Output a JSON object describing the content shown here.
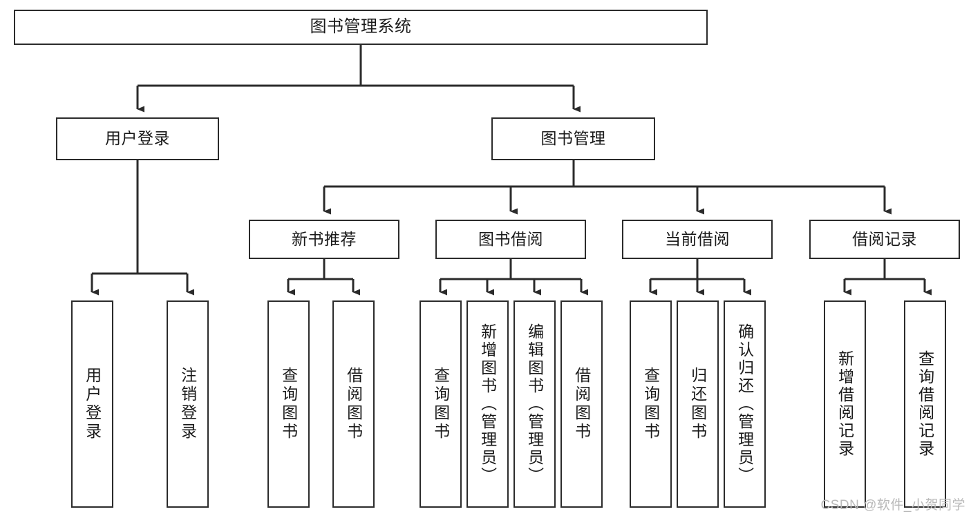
{
  "diagram": {
    "title": "图书管理系统",
    "type": "tree-hierarchy-chart",
    "orientation": "top-down"
  },
  "nodes": {
    "root": {
      "label": "图书管理系统"
    },
    "level2": [
      {
        "id": "user-login",
        "label": "用户登录"
      },
      {
        "id": "book-management",
        "label": "图书管理"
      }
    ],
    "level3": [
      {
        "id": "new-book-recommend",
        "label": "新书推荐"
      },
      {
        "id": "book-borrow",
        "label": "图书借阅"
      },
      {
        "id": "current-borrow",
        "label": "当前借阅"
      },
      {
        "id": "borrow-record",
        "label": "借阅记录"
      }
    ],
    "leaves": {
      "user_login": [
        {
          "id": "leaf-user-login",
          "label": "用户登录"
        },
        {
          "id": "leaf-logout",
          "label": "注销登录"
        }
      ],
      "new_book_recommend": [
        {
          "id": "leaf-query-book-1",
          "label": "查询图书"
        },
        {
          "id": "leaf-borrow-book-1",
          "label": "借阅图书"
        }
      ],
      "book_borrow": [
        {
          "id": "leaf-query-book-2",
          "label": "查询图书"
        },
        {
          "id": "leaf-add-book",
          "label": "新增图书（管理员）"
        },
        {
          "id": "leaf-edit-book",
          "label": "编辑图书（管理员）"
        },
        {
          "id": "leaf-borrow-book-2",
          "label": "借阅图书"
        }
      ],
      "current_borrow": [
        {
          "id": "leaf-query-book-3",
          "label": "查询图书"
        },
        {
          "id": "leaf-return-book",
          "label": "归还图书"
        },
        {
          "id": "leaf-confirm-return",
          "label": "确认归还（管理员）"
        }
      ],
      "borrow_record": [
        {
          "id": "leaf-add-record",
          "label": "新增借阅记录"
        },
        {
          "id": "leaf-query-record",
          "label": "查询借阅记录"
        }
      ]
    }
  },
  "watermark": {
    "text": "CSDN @软件_小贺同学"
  },
  "colors": {
    "border": "#2b2b2b",
    "background": "#ffffff",
    "text": "#1a1a1a",
    "edge": "#2b2b2b",
    "watermark": "#b9b9b9"
  }
}
